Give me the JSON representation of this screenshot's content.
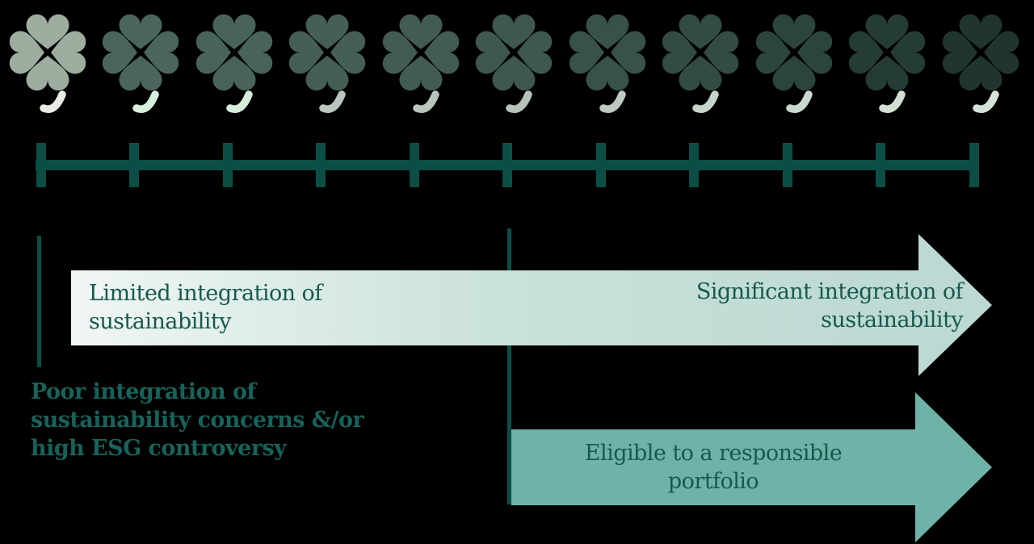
{
  "colors": {
    "background": "#000000",
    "axis": "#0c4e46",
    "label_text": "#15594f",
    "poor_text": "#18625a",
    "gradient_start": "#f0f6f3",
    "gradient_mid": "#c9e1da",
    "gradient_end": "#bdd9d3",
    "solid_arrow": "#6fb3a8"
  },
  "scale": {
    "tick_count": 11,
    "clovers": [
      {
        "leaf": "#9dada0",
        "stem": "#e9eae6"
      },
      {
        "leaf": "#4a655c",
        "stem": "#d8f0de"
      },
      {
        "leaf": "#48635a",
        "stem": "#d5eedb"
      },
      {
        "leaf": "#455e56",
        "stem": "#b9c7bd"
      },
      {
        "leaf": "#425b53",
        "stem": "#b8c6bb"
      },
      {
        "leaf": "#3e5750",
        "stem": "#b5c3b9"
      },
      {
        "leaf": "#38514a",
        "stem": "#bccabf"
      },
      {
        "leaf": "#324b44",
        "stem": "#c5d5c9"
      },
      {
        "leaf": "#2c443e",
        "stem": "#c9d9cd"
      },
      {
        "leaf": "#253b35",
        "stem": "#d2e0d4"
      },
      {
        "leaf": "#20352f",
        "stem": "#d4e3d7"
      }
    ]
  },
  "labels": {
    "poor": "Poor integration of\nsustainability concerns &/or\nhigh ESG controversy",
    "limited": "Limited integration of\nsustainability",
    "significant": "Significant integration of\nsustainability",
    "eligible": "Eligible to a responsible\nportfolio"
  }
}
